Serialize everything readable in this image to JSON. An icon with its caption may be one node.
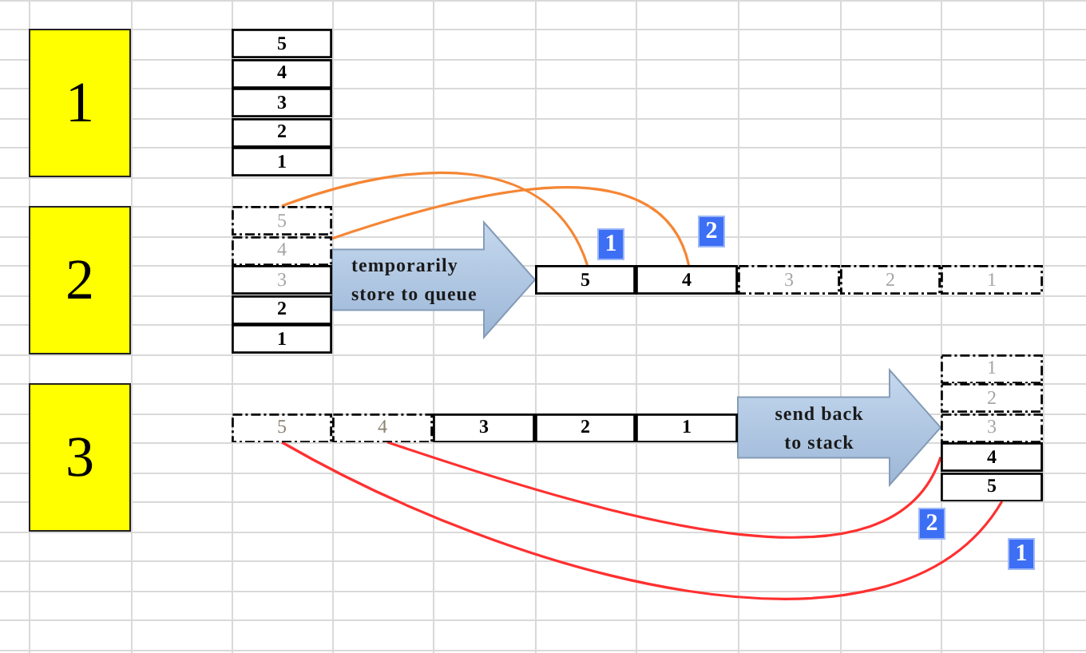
{
  "diagram": {
    "nodes": [
      {
        "text": [
          "1"
        ]
      },
      {
        "text": [
          "5"
        ]
      },
      {
        "text": [
          "4"
        ]
      },
      {
        "text": [
          "3"
        ]
      },
      {
        "text": [
          "2"
        ]
      },
      {
        "text": [
          "1"
        ]
      },
      {
        "text": [
          "2"
        ]
      },
      {
        "text": [
          "5"
        ]
      },
      {
        "text": [
          "4"
        ]
      },
      {
        "text": [
          "3"
        ]
      },
      {
        "text": [
          "2"
        ]
      },
      {
        "text": [
          "1"
        ]
      },
      {
        "text": [
          "1"
        ]
      },
      {
        "text": [
          "2"
        ]
      },
      {
        "text": [
          "5"
        ]
      },
      {
        "text": [
          "4"
        ]
      },
      {
        "text": [
          "3"
        ]
      },
      {
        "text": [
          "2"
        ]
      },
      {
        "text": [
          "1"
        ]
      },
      {
        "text": [
          "3"
        ]
      },
      {
        "text": [
          "5"
        ]
      },
      {
        "text": [
          "4"
        ]
      },
      {
        "text": [
          "3"
        ]
      },
      {
        "text": [
          "2"
        ]
      },
      {
        "text": [
          "1"
        ]
      },
      {
        "text": [
          "1"
        ]
      },
      {
        "text": [
          "2"
        ]
      },
      {
        "text": [
          "3"
        ]
      },
      {
        "text": [
          "4"
        ]
      },
      {
        "text": [
          "5"
        ]
      },
      {
        "text": [
          "2"
        ]
      },
      {
        "text": [
          "1"
        ]
      }
    ],
    "edges": [
      {
        "from": 9,
        "to": 14,
        "arrow": "to",
        "label": "temporarily store to queue",
        "style": "thick",
        "color": "#a6c3e5"
      },
      {
        "from": 7,
        "to": 14,
        "arrow": "none",
        "color": "#f58634"
      },
      {
        "from": 8,
        "to": 15,
        "arrow": "none",
        "color": "#f58634"
      },
      {
        "from": 24,
        "to": 27,
        "arrow": "to",
        "label": "send back to stack",
        "style": "thick",
        "color": "#a6c3e5"
      },
      {
        "from": 20,
        "to": 29,
        "arrow": "none",
        "color": "#ff3030"
      },
      {
        "from": 21,
        "to": 28,
        "arrow": "none",
        "color": "#ff3030"
      }
    ]
  }
}
